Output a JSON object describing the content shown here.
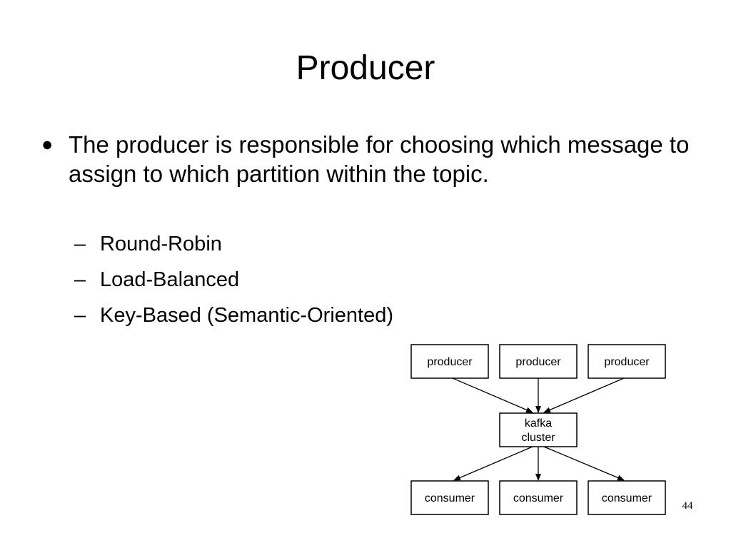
{
  "slide": {
    "title": "Producer",
    "bullet": "The producer is responsible for choosing which message to assign to which partition within the topic.",
    "sub_items": [
      "Round-Robin",
      "Load-Balanced",
      "Key-Based (Semantic-Oriented)"
    ],
    "page_number": "44"
  },
  "diagram": {
    "producers": [
      "producer",
      "producer",
      "producer"
    ],
    "cluster": [
      "kafka",
      "cluster"
    ],
    "consumers": [
      "consumer",
      "consumer",
      "consumer"
    ]
  }
}
